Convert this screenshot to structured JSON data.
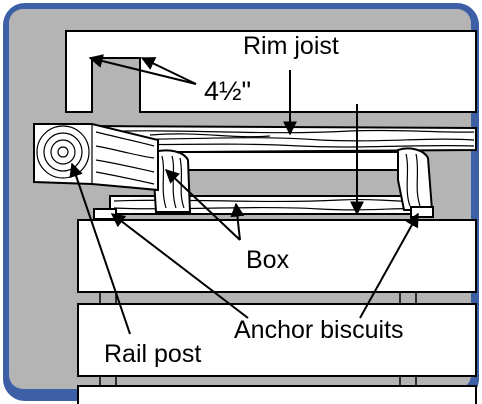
{
  "colors": {
    "frame_border": "#3d5fa6",
    "background": "#b4b4b4",
    "deck_board": "#ffffff",
    "line": "#000000"
  },
  "labels": {
    "rim_joist": "Rim joist",
    "dimension": "4½\"",
    "box": "Box",
    "anchor_biscuits": "Anchor biscuits",
    "rail_post": "Rail post"
  }
}
